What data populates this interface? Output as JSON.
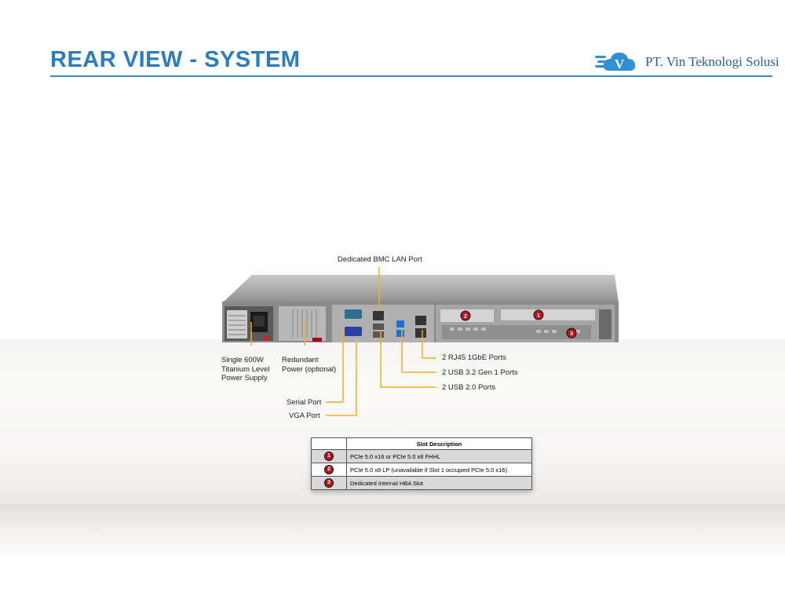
{
  "header": {
    "title": "REAR VIEW - SYSTEM",
    "logo_text": "PT. Vin Teknologi Solusi",
    "logo_letter": "V"
  },
  "labels": {
    "bmc": "Dedicated BMC LAN Port",
    "psu": [
      "Single 600W",
      "Titanium Level",
      "Power Supply"
    ],
    "redundant": [
      "Redundant",
      "Power (optional)"
    ],
    "rj45": "2 RJ45 1GbE Ports",
    "usb32": "2 USB 3.2 Gen 1 Ports",
    "usb20": "2 USB 2.0 Ports",
    "serial": "Serial Port",
    "vga": "VGA Port"
  },
  "slot_table": {
    "header": "Slot Description",
    "rows": [
      {
        "num": "1",
        "desc": "PCIe 5.0 x16 or PCIe 5.0 x8 FHHL"
      },
      {
        "num": "2",
        "desc": "PCIe 5.0 x8 LP (unavailable if Slot 1 occupied PCIe 5.0 x16)"
      },
      {
        "num": "3",
        "desc": "Dedicated Internal HBA Slot"
      }
    ]
  },
  "server_badges": [
    "2",
    "1",
    "3"
  ],
  "colors": {
    "title": "#2b7dbf",
    "callout": "#f2b01e",
    "badge": "#b5191f",
    "usb_blue": "#1f6fd0"
  }
}
